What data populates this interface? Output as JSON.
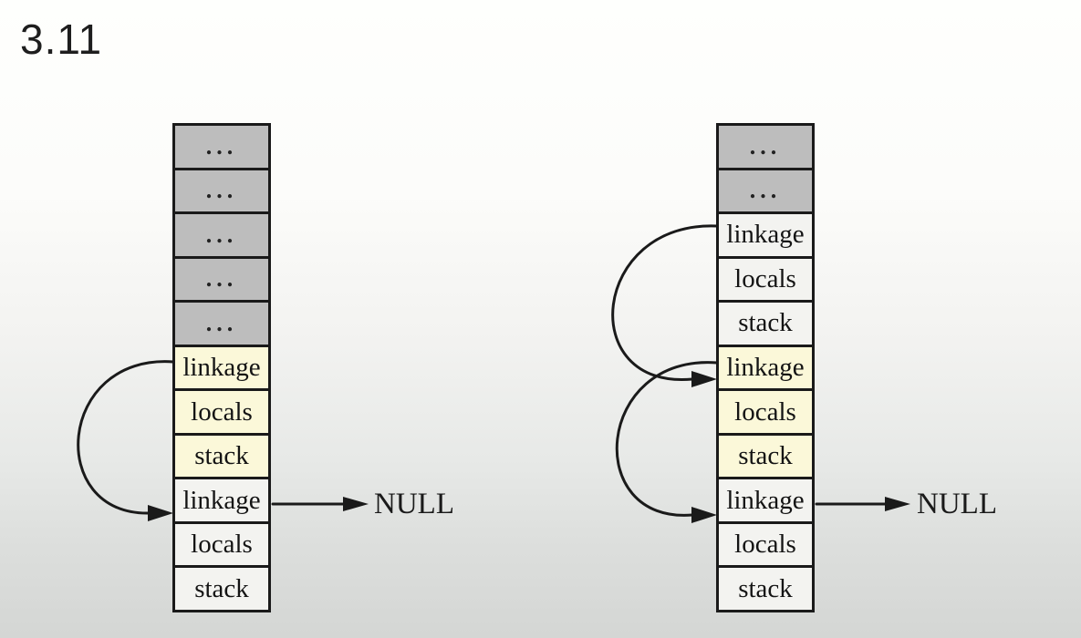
{
  "page": {
    "title": "3.11"
  },
  "colors": {
    "cell_gray": "#bdbdbd",
    "cell_yellow": "#fbf8d9",
    "cell_white": "#f3f3f0",
    "border": "#1a1a1a",
    "arrow": "#1a1a1a",
    "background_top": "#fefffd",
    "background_bottom": "#d4d6d4"
  },
  "left_diagram": {
    "cells": [
      {
        "label": "...",
        "type": "gray"
      },
      {
        "label": "...",
        "type": "gray"
      },
      {
        "label": "...",
        "type": "gray"
      },
      {
        "label": "...",
        "type": "gray"
      },
      {
        "label": "...",
        "type": "gray"
      },
      {
        "label": "linkage",
        "type": "yellow"
      },
      {
        "label": "locals",
        "type": "yellow"
      },
      {
        "label": "stack",
        "type": "yellow"
      },
      {
        "label": "linkage",
        "type": "white"
      },
      {
        "label": "locals",
        "type": "white"
      },
      {
        "label": "stack",
        "type": "white"
      }
    ],
    "null_label": "NULL",
    "arrows": [
      {
        "from": "yellow-frame-linkage",
        "to": "white-frame-linkage",
        "kind": "curved-left-loop"
      },
      {
        "from": "white-frame-linkage",
        "to": "NULL",
        "kind": "straight-right"
      }
    ]
  },
  "right_diagram": {
    "cells": [
      {
        "label": "...",
        "type": "gray"
      },
      {
        "label": "...",
        "type": "gray"
      },
      {
        "label": "linkage",
        "type": "white"
      },
      {
        "label": "locals",
        "type": "white"
      },
      {
        "label": "stack",
        "type": "white"
      },
      {
        "label": "linkage",
        "type": "yellow"
      },
      {
        "label": "locals",
        "type": "yellow"
      },
      {
        "label": "stack",
        "type": "yellow"
      },
      {
        "label": "linkage",
        "type": "white"
      },
      {
        "label": "locals",
        "type": "white"
      },
      {
        "label": "stack",
        "type": "white"
      }
    ],
    "null_label": "NULL",
    "arrows": [
      {
        "from": "top-white-frame-linkage",
        "to": "yellow-frame-linkage",
        "kind": "curved-left-loop"
      },
      {
        "from": "yellow-frame-linkage",
        "to": "bottom-white-frame-linkage",
        "kind": "curved-left-loop"
      },
      {
        "from": "bottom-white-frame-linkage",
        "to": "NULL",
        "kind": "straight-right"
      }
    ]
  }
}
